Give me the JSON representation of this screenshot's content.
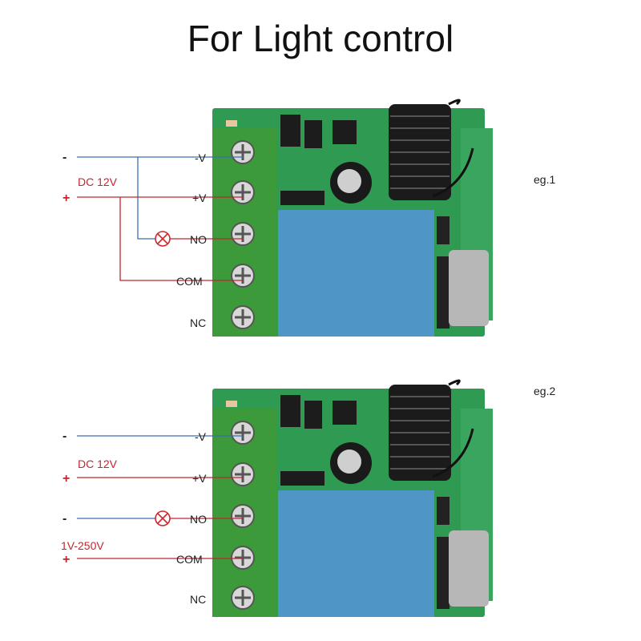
{
  "title": "For Light control",
  "examples": [
    {
      "tag": "eg.1",
      "supply_label": "DC 12V",
      "minus_sign": "-",
      "plus_sign": "+",
      "load_supply_label": "",
      "load_minus_sign": "",
      "load_plus_sign": ""
    },
    {
      "tag": "eg.2",
      "supply_label": "DC 12V",
      "minus_sign": "-",
      "plus_sign": "+",
      "load_supply_label": "1V-250V",
      "load_minus_sign": "-",
      "load_plus_sign": "+"
    }
  ],
  "terminals": [
    "-V",
    "+V",
    "NO",
    "COM",
    "NC"
  ],
  "colors": {
    "pcb": "#2f9a52",
    "terminal": "#3c9a3a",
    "relay": "#4f96c6",
    "wire_red": "#c0262e",
    "wire_blue": "#3b6fb5",
    "load_symbol": "#d0262e"
  },
  "icons": {
    "load": "lamp-load-icon",
    "antenna": "coil-antenna-icon",
    "capacitor": "capacitor-icon"
  }
}
